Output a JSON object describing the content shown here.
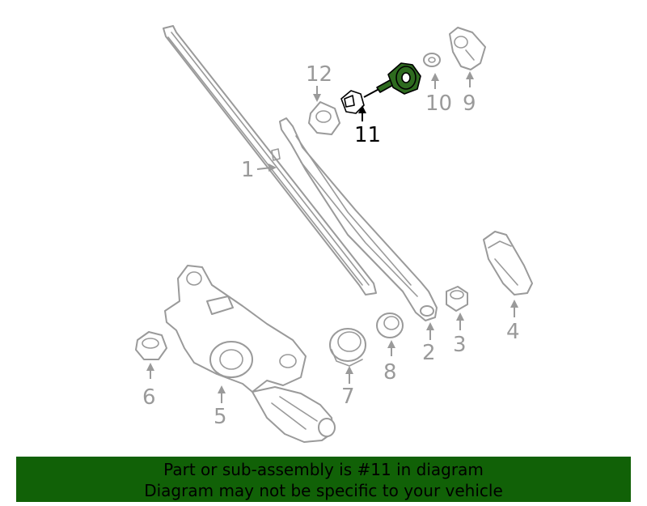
{
  "diagram": {
    "highlight_color": "#116107",
    "callouts": {
      "c1": "1",
      "c2": "2",
      "c3": "3",
      "c4": "4",
      "c5": "5",
      "c6": "6",
      "c7": "7",
      "c8": "8",
      "c9": "9",
      "c10": "10",
      "c11": "11",
      "c12": "12"
    },
    "highlighted_part": "11"
  },
  "banner": {
    "line1": "Part or sub-assembly is #11 in diagram",
    "line2": "Diagram may not be specific to your vehicle",
    "background": "#116107"
  }
}
